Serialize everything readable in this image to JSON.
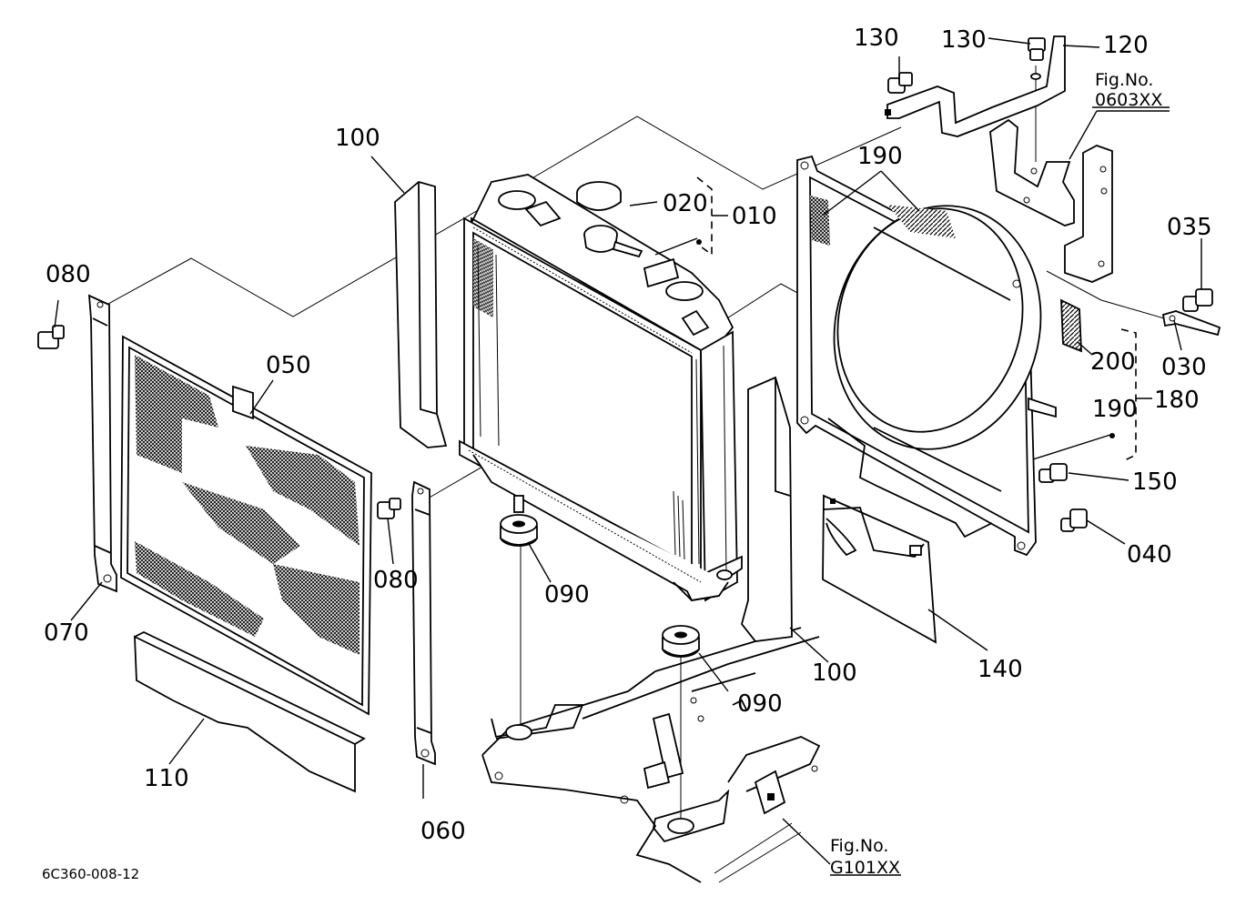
{
  "drawing_code": "6C360-008-12",
  "callouts": {
    "c010": "010",
    "c020": "020",
    "c030": "030",
    "c035": "035",
    "c040": "040",
    "c050": "050",
    "c060": "060",
    "c070": "070",
    "c080_left": "080",
    "c080_mid": "080",
    "c090_a": "090",
    "c090_b": "090",
    "c100_left": "100",
    "c100_right": "100",
    "c110": "110",
    "c120": "120",
    "c130_a": "130",
    "c130_b": "130",
    "c140": "140",
    "c150": "150",
    "c180": "180",
    "c190_top": "190",
    "c190_side": "190",
    "c200": "200"
  },
  "references": {
    "fig_top_label": "Fig.No.",
    "fig_top_code": "0603XX",
    "fig_bottom_label": "Fig.No.",
    "fig_bottom_code": "G101XX"
  }
}
